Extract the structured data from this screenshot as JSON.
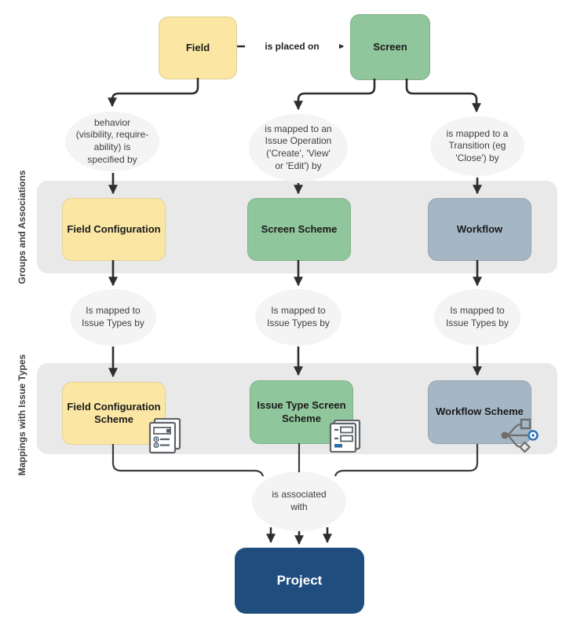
{
  "title": "Jira project configuration diagram",
  "colors": {
    "yellow": "#FBE7A3",
    "green": "#90C69B",
    "bluegray": "#A5B6C5",
    "navy": "#1F4E7E",
    "band": "#E9E9E9",
    "ellipse": "#F4F4F4",
    "line": "#2E2E2E",
    "line_soft": "#3D3D3D",
    "accent_blue": "#2E6DA4",
    "icon_gray": "#60646A"
  },
  "bands": {
    "groups_associations": "Groups and Associations",
    "mappings_issue_types": "Mappings with Issue Types"
  },
  "nodes": {
    "field": "Field",
    "screen": "Screen",
    "field_configuration": "Field Configuration",
    "screen_scheme": "Screen Scheme",
    "workflow": "Workflow",
    "field_configuration_scheme": "Field Configuration\nScheme",
    "issue_type_screen_scheme": "Issue Type Screen\nScheme",
    "workflow_scheme": "Workflow Scheme",
    "project": "Project"
  },
  "edges": {
    "is_placed_on": "is placed on",
    "behavior_specified_by": "behavior\n(visibility, require-\nability) is\nspecified by",
    "mapped_to_issue_operation": "is mapped to an\nIssue Operation\n('Create', 'View'\nor 'Edit') by",
    "mapped_to_transition": "is mapped to a\nTransition (eg\n'Close') by",
    "mapped_to_issue_types_1": "Is mapped to\nIssue Types by",
    "mapped_to_issue_types_2": "Is mapped to\nIssue Types by",
    "mapped_to_issue_types_3": "Is mapped to\nIssue Types by",
    "is_associated_with": "is associated\nwith"
  },
  "icons": {
    "field_configuration_scheme": "form-pages-icon",
    "issue_type_screen_scheme": "screen-pages-icon",
    "workflow_scheme": "workflow-branch-icon"
  }
}
